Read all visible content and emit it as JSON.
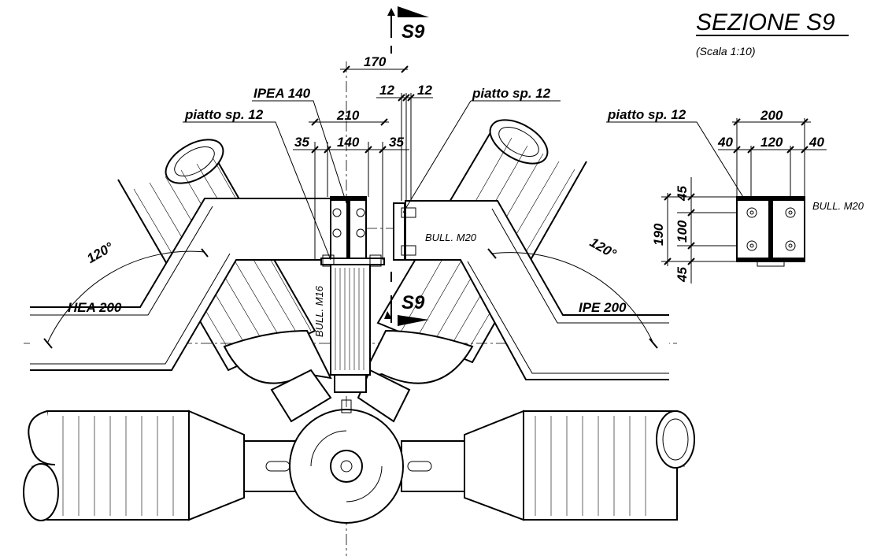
{
  "title": "SEZIONE S9",
  "subtitle": "(Scala 1:10)",
  "section_marks": {
    "top": "S9",
    "middle": "S9"
  },
  "labels": {
    "ipea": "IPEA 140",
    "plate_left": "piatto sp. 12",
    "plate_right": "piatto sp. 12",
    "plate_detail": "piatto sp. 12",
    "bolt_m20_main": "BULL. M20",
    "bolt_m20_detail": "BULL. M20",
    "bolt_m16": "BULL. M16",
    "hea": "HEA 200",
    "ipe": "IPE 200",
    "angle_left": "120°",
    "angle_right": "120°"
  },
  "dims": {
    "d170": "170",
    "d12a": "12",
    "d12b": "12",
    "d210": "210",
    "d35a": "35",
    "d140": "140",
    "d35b": "35",
    "det200": "200",
    "det40a": "40",
    "det120": "120",
    "det40b": "40",
    "det45a": "45",
    "det190": "190",
    "det100": "100",
    "det45b": "45"
  }
}
